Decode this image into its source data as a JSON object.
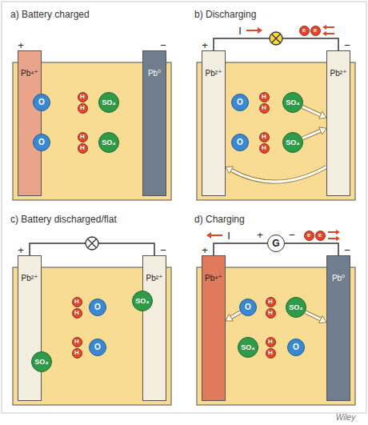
{
  "diagram": {
    "nodes": [
      {
        "text": [
          "a) Battery charged"
        ]
      },
      {
        "text": [
          "Pb⁴⁺"
        ],
        "in": 0
      },
      {
        "text": [
          "Pb⁰"
        ],
        "in": 0
      },
      {
        "text": [
          "O"
        ],
        "in": 0
      },
      {
        "text": [
          "O"
        ],
        "in": 0
      },
      {
        "text": [
          "H"
        ],
        "in": 0
      },
      {
        "text": [
          "H"
        ],
        "in": 0
      },
      {
        "text": [
          "SO₄"
        ],
        "in": 0
      },
      {
        "text": [
          "H"
        ],
        "in": 0
      },
      {
        "text": [
          "H"
        ],
        "in": 0
      },
      {
        "text": [
          "SO₄"
        ],
        "in": 0
      },
      {
        "text": [
          "b) Discharging"
        ]
      },
      {
        "text": [
          "Pb²⁺"
        ],
        "in": 11
      },
      {
        "text": [
          "Pb²⁺"
        ],
        "in": 11
      },
      {
        "text": [
          "e"
        ],
        "in": 11
      },
      {
        "text": [
          "e"
        ],
        "in": 11
      },
      {
        "text": [
          "O"
        ],
        "in": 11
      },
      {
        "text": [
          "H"
        ],
        "in": 11
      },
      {
        "text": [
          "H"
        ],
        "in": 11
      },
      {
        "text": [
          "SO₄"
        ],
        "in": 11
      },
      {
        "text": [
          "O"
        ],
        "in": 11
      },
      {
        "text": [
          "H"
        ],
        "in": 11
      },
      {
        "text": [
          "H"
        ],
        "in": 11
      },
      {
        "text": [
          "SO₄"
        ],
        "in": 11
      },
      {
        "text": [
          "c) Battery discharged/flat"
        ]
      },
      {
        "text": [
          "Pb²⁺"
        ],
        "in": 24
      },
      {
        "text": [
          "Pb²⁺"
        ],
        "in": 24
      },
      {
        "text": [
          "SO₄"
        ],
        "in": 24
      },
      {
        "text": [
          "SO₄"
        ],
        "in": 24
      },
      {
        "text": [
          "H"
        ],
        "in": 24
      },
      {
        "text": [
          "H"
        ],
        "in": 24
      },
      {
        "text": [
          "O"
        ],
        "in": 24
      },
      {
        "text": [
          "H"
        ],
        "in": 24
      },
      {
        "text": [
          "H"
        ],
        "in": 24
      },
      {
        "text": [
          "O"
        ],
        "in": 24
      },
      {
        "text": [
          "d) Charging"
        ]
      },
      {
        "text": [
          "Pb⁴⁺"
        ],
        "in": 35
      },
      {
        "text": [
          "Pb⁰"
        ],
        "in": 35
      },
      {
        "text": [
          "G"
        ],
        "in": 35
      },
      {
        "text": [
          "e"
        ],
        "in": 35
      },
      {
        "text": [
          "e"
        ],
        "in": 35
      },
      {
        "text": [
          "O"
        ],
        "in": 35
      },
      {
        "text": [
          "H"
        ],
        "in": 35
      },
      {
        "text": [
          "H"
        ],
        "in": 35
      },
      {
        "text": [
          "SO₄"
        ],
        "in": 35
      },
      {
        "text": [
          "SO₄"
        ],
        "in": 35
      },
      {
        "text": [
          "H"
        ],
        "in": 35
      },
      {
        "text": [
          "H"
        ],
        "in": 35
      },
      {
        "text": [
          "O"
        ],
        "in": 35
      }
    ],
    "edges": [
      {
        "from": 19,
        "to": 13,
        "arrow": "to"
      },
      {
        "from": 23,
        "to": 13,
        "arrow": "to"
      },
      {
        "from": 13,
        "to": 12,
        "arrow": "to"
      },
      {
        "from": 41,
        "to": 36,
        "arrow": "to"
      },
      {
        "from": 44,
        "to": 37,
        "arrow": "to"
      }
    ],
    "labels": [
      "+",
      "−",
      "I",
      "+",
      "−",
      "+",
      "−",
      "I",
      "+",
      "−",
      "+",
      "−",
      "Wiley"
    ]
  }
}
